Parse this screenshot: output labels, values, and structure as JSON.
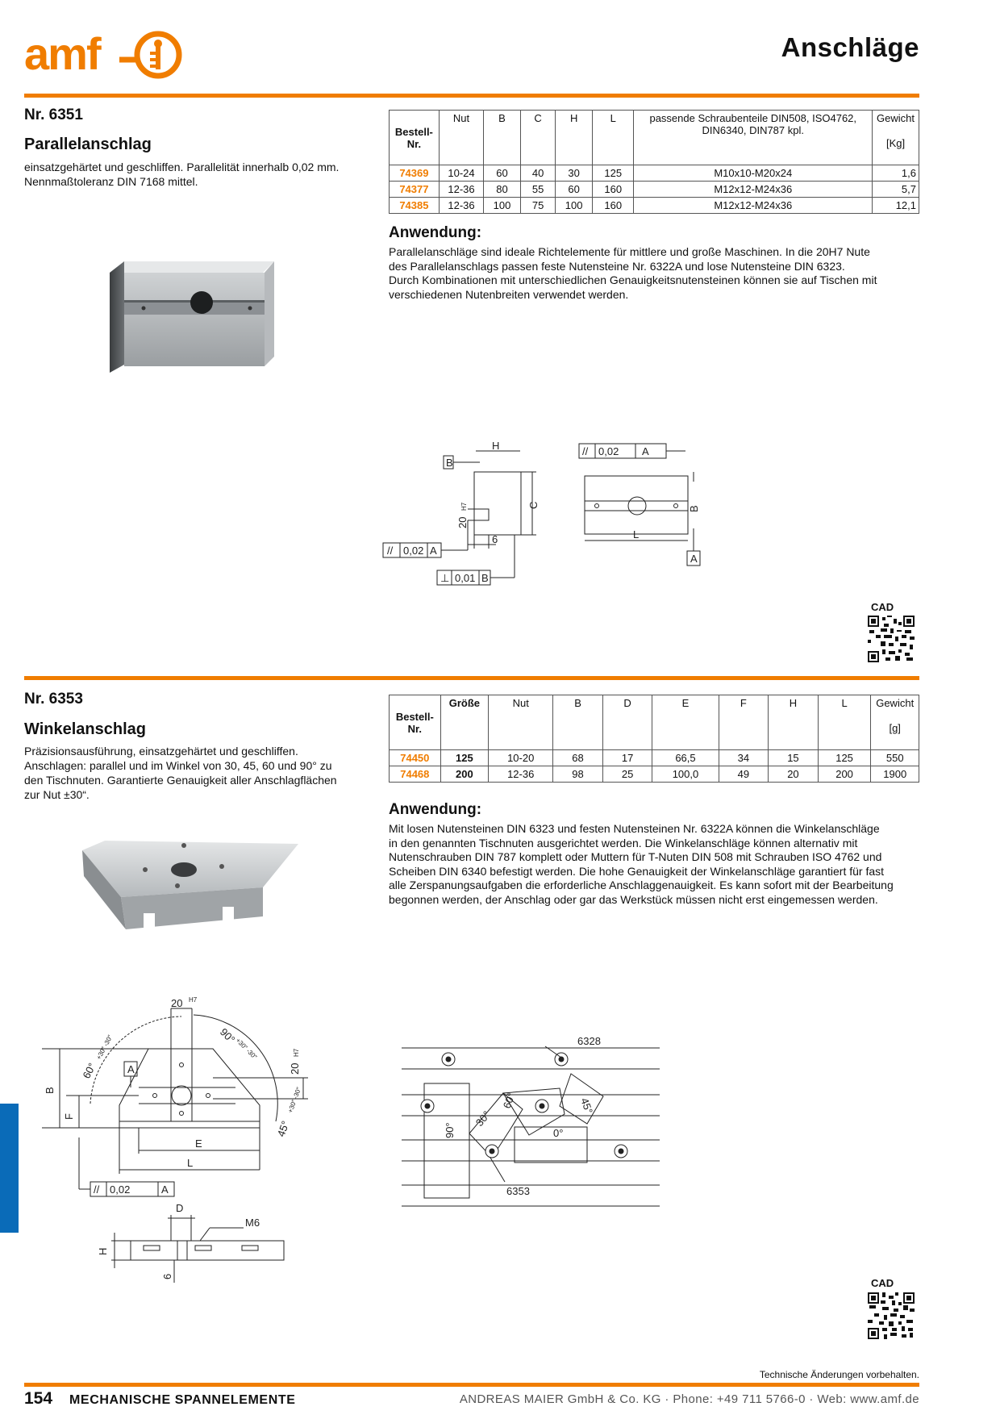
{
  "header": {
    "brand": "amf",
    "title": "Anschläge"
  },
  "section1": {
    "nr": "Nr. 6351",
    "name": "Parallelanschlag",
    "desc_lines": [
      "einsatzgehärtet und geschliffen. Parallelität innerhalb 0,02 mm.",
      "Nennmaßtoleranz DIN 7168 mittel."
    ],
    "table": {
      "headers": [
        "Bestell-Nr.",
        "Nut",
        "B",
        "C",
        "H",
        "L",
        "passende Schraubenteile DIN508, ISO4762, DIN6340, DIN787 kpl.",
        "Gewicht",
        "[Kg]"
      ],
      "rows": [
        [
          "74369",
          "10-24",
          "60",
          "40",
          "30",
          "125",
          "M10x10-M20x24",
          "1,6"
        ],
        [
          "74377",
          "12-36",
          "80",
          "55",
          "60",
          "160",
          "M12x12-M24x36",
          "5,7"
        ],
        [
          "74385",
          "12-36",
          "100",
          "75",
          "100",
          "160",
          "M12x12-M24x36",
          "12,1"
        ]
      ]
    },
    "anwendung_title": "Anwendung:",
    "anwendung_lines": [
      "Parallelanschläge sind ideale Richtelemente für mittlere und große Maschinen. In die 20H7 Nute",
      "des Parallelanschlags passen feste Nutensteine Nr. 6322A und lose Nutensteine DIN 6323.",
      "Durch Kombinationen mit unterschiedlichen Genauigkeitsnutensteinen können sie auf Tischen mit",
      "verschiedenen Nutenbreiten verwendet werden."
    ],
    "drawing_labels": {
      "b": "B",
      "h": "H",
      "c": "C",
      "nut": "20",
      "nut_tol": "H7",
      "six": "6",
      "tol1": "0,02",
      "ref_a": "A",
      "tol2": "0,01",
      "ref_b": "B",
      "l": "L",
      "b2": "B",
      "tol3": "0,02",
      "ref_a2": "A",
      "ref_a3": "A"
    },
    "cad": "CAD"
  },
  "section2": {
    "nr": "Nr. 6353",
    "name": "Winkelanschlag",
    "desc_lines": [
      "Präzisionsausführung, einsatzgehärtet und geschliffen.",
      "Anschlagen: parallel und im Winkel von 30, 45, 60 und 90° zu",
      "den Tischnuten. Garantierte Genauigkeit aller Anschlagflächen",
      "zur Nut ±30“."
    ],
    "table": {
      "headers": [
        "Bestell-Nr.",
        "Größe",
        "Nut",
        "B",
        "D",
        "E",
        "F",
        "H",
        "L",
        "Gewicht",
        "[g]"
      ],
      "rows": [
        [
          "74450",
          "125",
          "10-20",
          "68",
          "17",
          "66,5",
          "34",
          "15",
          "125",
          "550"
        ],
        [
          "74468",
          "200",
          "12-36",
          "98",
          "25",
          "100,0",
          "49",
          "20",
          "200",
          "1900"
        ]
      ]
    },
    "anwendung_title": "Anwendung:",
    "anwendung_lines": [
      "Mit losen Nutensteinen DIN 6323 und festen Nutensteinen Nr. 6322A können die Winkelanschläge",
      "in den genannten Tischnuten ausgerichtet werden. Die Winkelanschläge können alternativ mit",
      "Nutenschrauben DIN 787 komplett oder Muttern für T-Nuten DIN 508 mit Schrauben ISO 4762 und",
      "Scheiben DIN 6340 befestigt werden. Die hohe Genauigkeit der Winkelanschläge garantiert für fast",
      "alle Zerspanungsaufgaben die erforderliche Anschlaggenauigkeit. Es kann sofort mit der Bearbeitung",
      "begonnen werden, der Anschlag oder gar das Werkstück müssen nicht erst eingemessen werden."
    ],
    "drawing_labels": {
      "nut": "20",
      "nut_tol": "H7",
      "nut2": "20",
      "nut2_tol": "H7",
      "a": "A",
      "b": "B",
      "f": "F",
      "e": "E",
      "l": "L",
      "a60": "60°",
      "a60_tol": "+30″ -30″",
      "a90": "90°",
      "a90_tol": "+30″ -30″",
      "a45": "45°",
      "a45_tol": "+30″ -30″",
      "tol": "0,02",
      "ref": "A",
      "d": "D",
      "m6": "M6",
      "h": "H",
      "six": "6"
    },
    "usage_labels": {
      "p6328": "6328",
      "p6353": "6353",
      "a30": "30°",
      "a60": "60°",
      "a45": "45°",
      "a0": "0°",
      "a90": "90°"
    },
    "cad": "CAD"
  },
  "footer": {
    "note": "Technische Änderungen vorbehalten.",
    "page": "154",
    "section": "MECHANISCHE SPANNELEMENTE",
    "company": "ANDREAS MAIER GmbH & Co. KG  ·  Phone: +49 711 5766-0  ·  Web: www.amf.de"
  },
  "colors": {
    "accent": "#f07d00",
    "tab": "#0a6bb8"
  }
}
